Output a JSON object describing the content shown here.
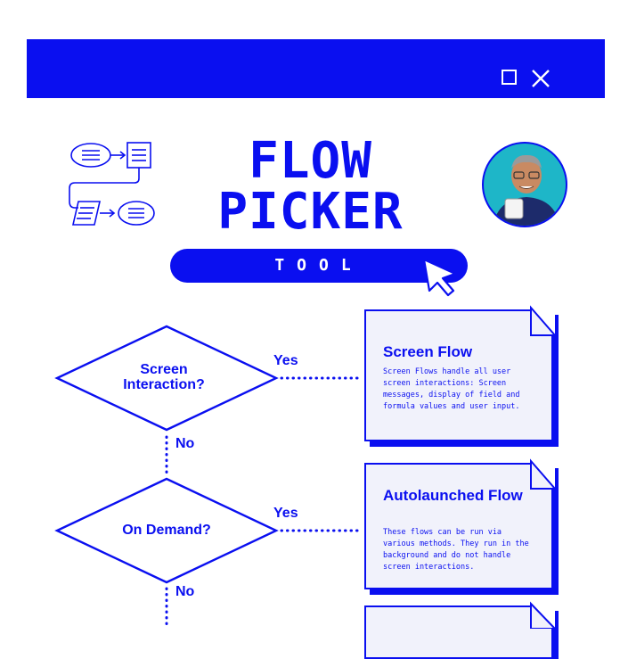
{
  "window": {
    "controls": [
      "maximize-icon",
      "close-icon"
    ]
  },
  "header": {
    "title_line1": "FLOW",
    "title_line2": "PICKER",
    "subtitle": "TOOL"
  },
  "flowchart": {
    "decisions": [
      {
        "label": "Screen\nInteraction?",
        "yes": "Yes",
        "no": "No"
      },
      {
        "label": "On Demand?",
        "yes": "Yes",
        "no": "No"
      }
    ],
    "results": [
      {
        "title": "Screen Flow",
        "body": "Screen Flows handle all user screen interactions: Screen messages, display of field and formula values and user input."
      },
      {
        "title": "Autolaunched Flow",
        "body": "These flows can be run via various methods. They run in the background and do not handle screen interactions."
      }
    ]
  },
  "colors": {
    "primary": "#0a0ff0",
    "card_bg": "#f1f2fb",
    "avatar_bg": "#1eb6c8"
  }
}
